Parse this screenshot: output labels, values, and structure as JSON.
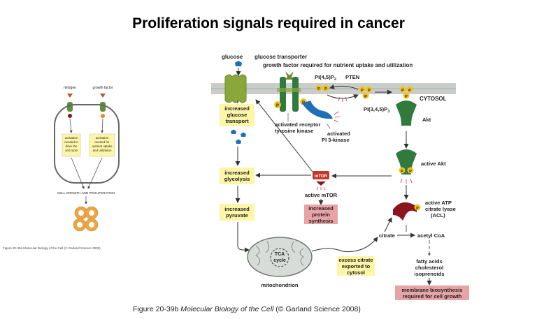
{
  "title": "Proliferation signals required in cancer",
  "left_panel": {
    "mitogen": "mitogen",
    "growth_factor": "growth factor",
    "box_left": [
      "activation",
      "needed to",
      "drive the",
      "cell cycle"
    ],
    "box_right": [
      "activation",
      "needed for",
      "nutrient uptake",
      "and utilization"
    ],
    "cell_growth": "CELL GROWTH AND PROLIFERATION",
    "caption": "Figure 20-39a  Molecular Biology of the Cell (© Garland Science 2008)"
  },
  "labels": {
    "glucose": "glucose",
    "glucose_transporter": "glucose transporter",
    "growth_factor_note": "growth factor required for nutrient uptake and utilization",
    "pip2_base": "PI(4,5)P",
    "pip2_sub": "2",
    "pten": "PTEN",
    "cytosol": "CYTOSOL",
    "pip3_base": "PI(3,4,5)P",
    "pip3_sub": "3",
    "akt": "Akt",
    "active_akt": "active Akt",
    "activated_receptor": [
      "activated receptor",
      "tyrosine kinase"
    ],
    "activated_pi3k": [
      "activated",
      "PI 3-kinase"
    ],
    "mtor": "mTOR",
    "active_mtor": "active mTOR",
    "active_acl": [
      "active ATP",
      "citrate lyase",
      "(ACL)"
    ],
    "citrate": "citrate",
    "acetyl_coa": "acetyl CoA",
    "lipids": [
      "fatty acids",
      "cholesterol",
      "isoprenoids"
    ],
    "tca": [
      "TCA",
      "cycle"
    ],
    "mitochondrion": "mitochondrion",
    "p": "P"
  },
  "boxes": {
    "glucose_transport": [
      "increased",
      "glucose",
      "transport"
    ],
    "glycolysis": [
      "increased",
      "glycolysis"
    ],
    "pyruvate": [
      "increased",
      "pyruvate"
    ],
    "citrate_export": [
      "excess citrate",
      "exported to",
      "cytosol"
    ],
    "protein_synthesis": [
      "increased",
      "protein",
      "synthesis"
    ],
    "membrane_biosynthesis": [
      "membrane biosynthesis",
      "required for cell growth"
    ]
  },
  "caption": {
    "prefix": "Figure 20-39b  ",
    "book": "Molecular Biology of the Cell",
    "suffix": " (© Garland Science 2008)"
  },
  "colors": {
    "yellow_box": "#fdf6a6",
    "pink_box": "#e8a3a6",
    "membrane": "#c9cdca",
    "green": "#2f7a3c",
    "olive": "#8aa83a",
    "blue": "#1f6fb5",
    "dark_red": "#8b1420",
    "phospho": "#f2c21b"
  }
}
